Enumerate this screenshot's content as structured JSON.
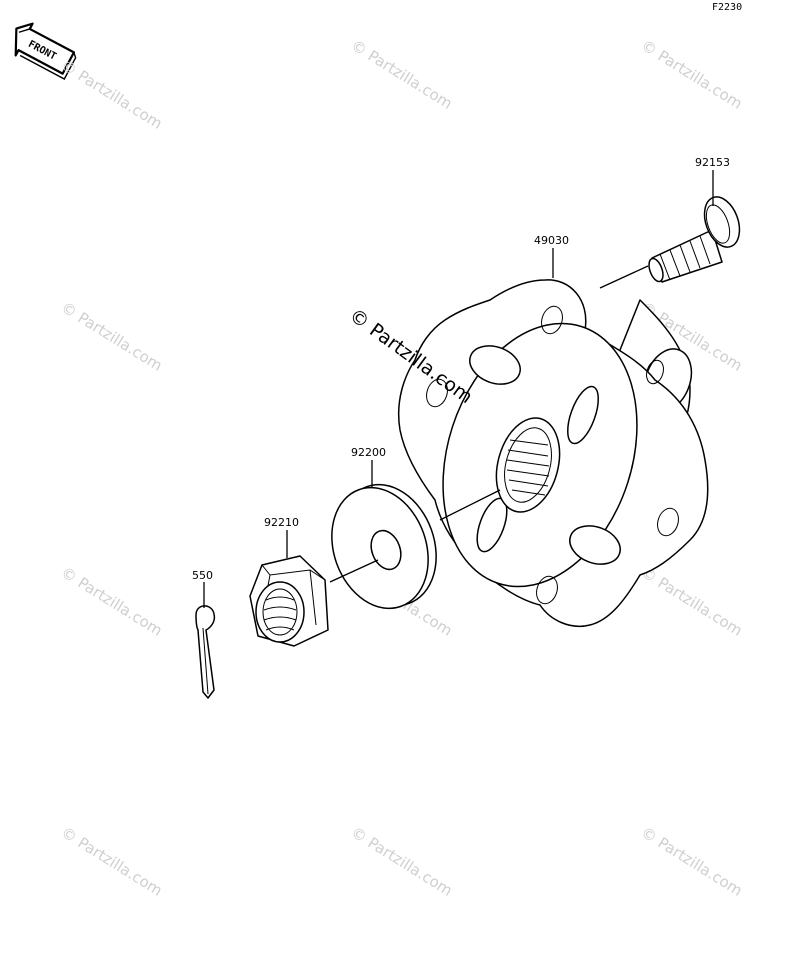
{
  "diagram_code": "F2230",
  "front_label": "FRONT",
  "parts": [
    {
      "number": "92153",
      "name": "wheel-stud"
    },
    {
      "number": "49030",
      "name": "wheel-hub"
    },
    {
      "number": "92200",
      "name": "washer"
    },
    {
      "number": "92210",
      "name": "hub-nut"
    },
    {
      "number": "550",
      "name": "cotter-pin"
    }
  ],
  "watermark": "© Partzilla.com"
}
